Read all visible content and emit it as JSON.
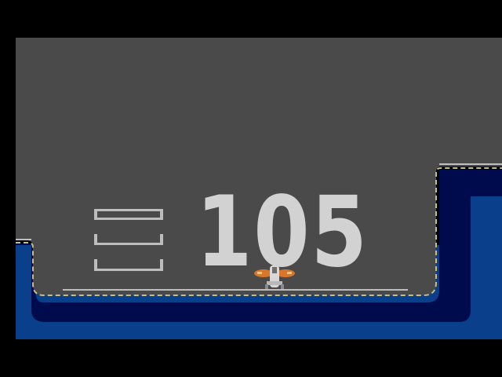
{
  "game": {
    "deck_number": "105",
    "colors": {
      "background": "#000000",
      "carrier_deck": "#4a4a4a",
      "deck_marking": "#d2d2d2",
      "dash_line": "#c8bf7a",
      "deck_edge_light": "#bfbfbf",
      "water_dark": "#000b4d",
      "water_light": "#0a3f8c",
      "plane_orange": "#d9762a"
    },
    "sprites": {
      "player": "player-fighter-plane"
    },
    "ladder_marks": 3
  }
}
